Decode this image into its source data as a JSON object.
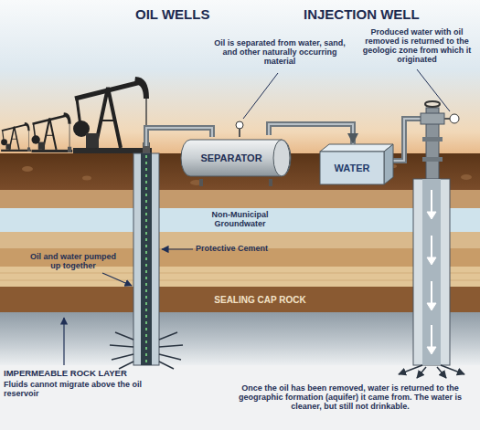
{
  "diagram": {
    "nodes": [
      {
        "text": [
          "SEPARATOR"
        ]
      },
      {
        "text": [
          "WATER"
        ]
      },
      {
        "text": [
          "Non-Municipal Groundwater"
        ]
      },
      {
        "text": [
          "SEALING CAP ROCK"
        ]
      }
    ],
    "edges": [
      {
        "from": 0,
        "to": 1,
        "arrow": "to"
      }
    ],
    "labels": [
      "OIL WELLS",
      "INJECTION WELL",
      "Oil is separated from water, sand, and other naturally occurring material",
      "Produced water with oil removed is returned to the geologic zone from which it originated",
      "Protective Cement",
      "Oil and water pumped up together",
      "IMPERMEABLE ROCK LAYER",
      "Fluids cannot migrate above the oil reservoir",
      "Once the oil has been removed, water is returned to the geographic formation (aquifer) it came from. The water is cleaner, but still not drinkable."
    ]
  }
}
